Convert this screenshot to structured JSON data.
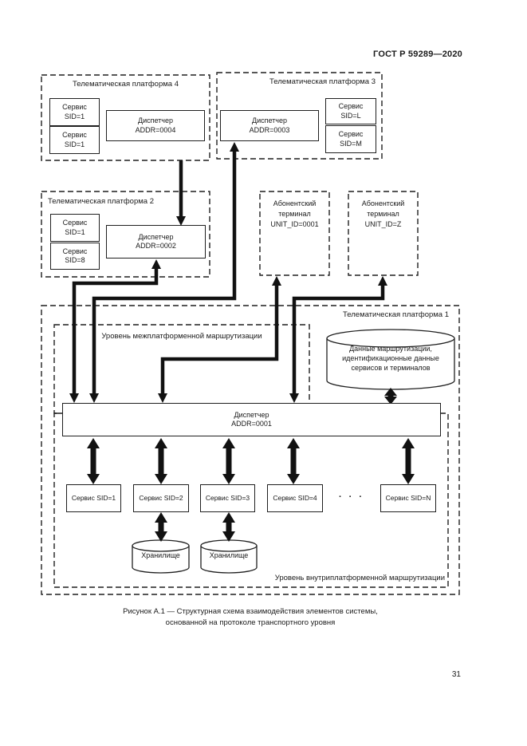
{
  "header": {
    "standard": "ГОСТ Р 59289—2020",
    "page_number": "31"
  },
  "platform4": {
    "title": "Телематическая платформа 4",
    "services": [
      {
        "line1": "Сервис",
        "line2": "SID=1"
      },
      {
        "line1": "Сервис",
        "line2": "SID=1"
      }
    ],
    "dispatcher": {
      "line1": "Диспетчер",
      "line2": "ADDR=0004"
    }
  },
  "platform3": {
    "title": "Телематическая платформа 3",
    "services": [
      {
        "line1": "Сервис",
        "line2": "SID=L"
      },
      {
        "line1": "Сервис",
        "line2": "SID=M"
      }
    ],
    "dispatcher": {
      "line1": "Диспетчер",
      "line2": "ADDR=0003"
    }
  },
  "platform2": {
    "title": "Телематическая платформа 2",
    "services": [
      {
        "line1": "Сервис",
        "line2": "SID=1"
      },
      {
        "line1": "Сервис",
        "line2": "SID=8"
      }
    ],
    "dispatcher": {
      "line1": "Диспетчер",
      "line2": "ADDR=0002"
    }
  },
  "terminal1": {
    "line1": "Абонентский",
    "line2": "терминал",
    "line3": "UNIT_ID=0001"
  },
  "terminalZ": {
    "line1": "Абонентский",
    "line2": "терминал",
    "line3": "UNIT_ID=Z"
  },
  "platform1": {
    "title": "Телематическая платформа 1",
    "inter_level_label": "Уровень межплатформенной маршрутизации",
    "intra_level_label": "Уровень внутриплатформенной маршрутизации",
    "database": {
      "line1": "Данные маршрутизации,",
      "line2": "идентификационные данные",
      "line3": "сервисов и терминалов"
    },
    "dispatcher": {
      "line1": "Диспетчер",
      "line2": "ADDR=0001"
    },
    "services": [
      "Сервис SID=1",
      "Сервис SID=2",
      "Сервис SID=3",
      "Сервис SID=4",
      "Сервис SID=N"
    ],
    "ellipsis": "· · ·",
    "storages": [
      "Хранилище",
      "Хранилище"
    ]
  },
  "caption": {
    "line1": "Рисунок А.1 — Структурная схема взаимодействия элементов системы,",
    "line2": "основанной на протоколе транспортного уровня"
  },
  "colors": {
    "ink": "#1a1a1a",
    "paper": "#ffffff"
  }
}
